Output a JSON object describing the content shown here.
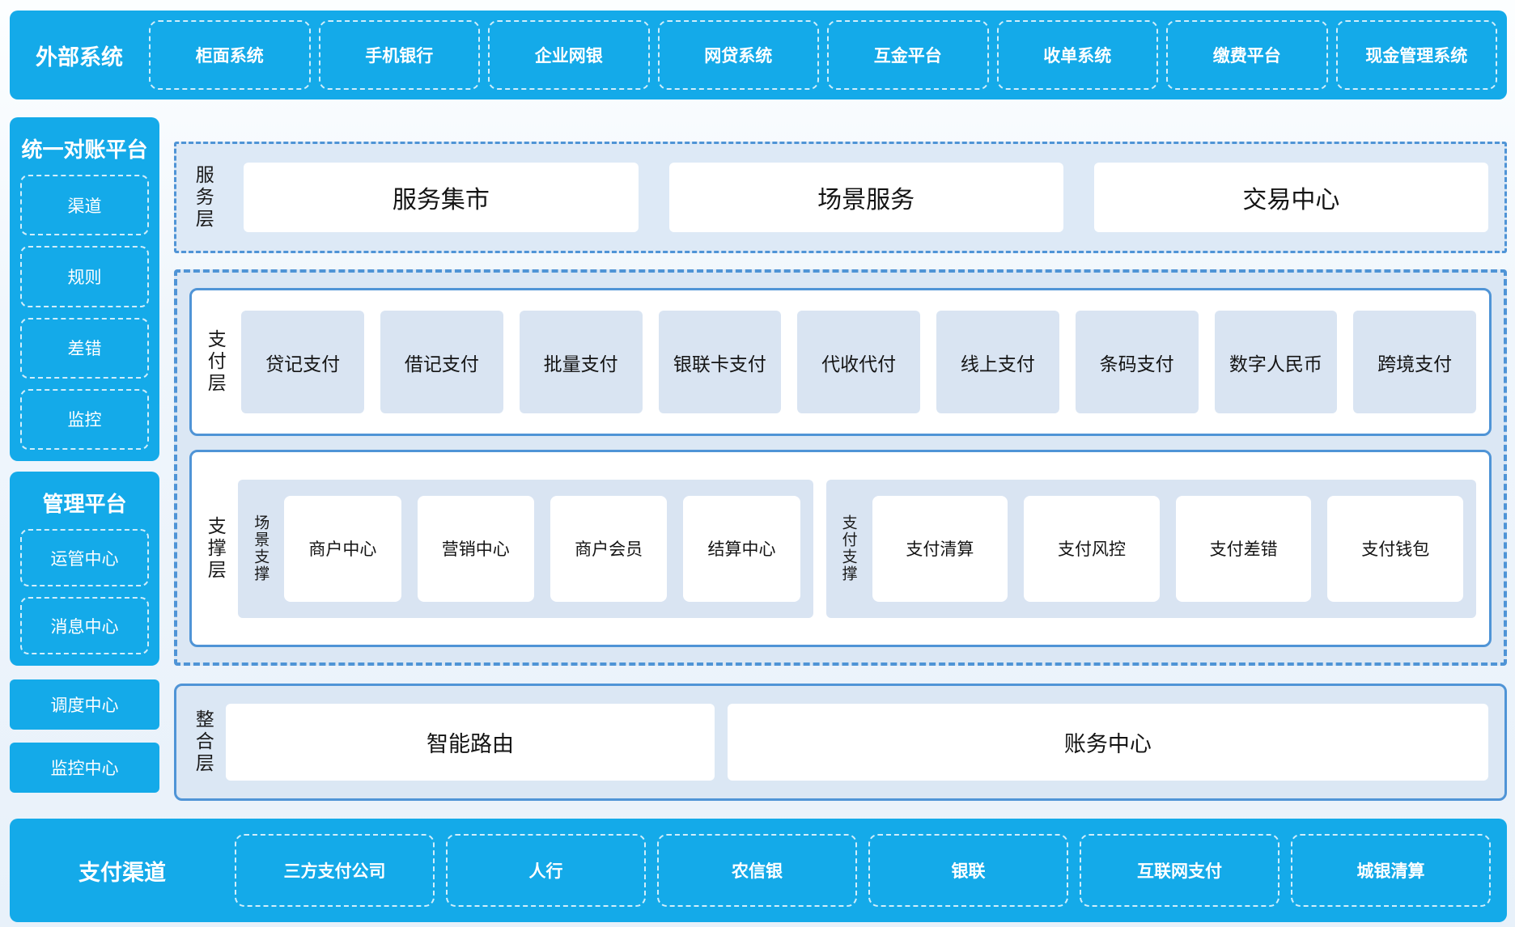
{
  "colors": {
    "cyan": "#14aae9",
    "panel_border_blue": "#4f94d6",
    "light_blue_bg": "#dbe7f4",
    "item_blue_bg": "#d9e4f2",
    "white_box": "#ffffff",
    "dark_text": "#141414"
  },
  "top_bar": {
    "label": "外部系统",
    "items": [
      "柜面系统",
      "手机银行",
      "企业网银",
      "网贷系统",
      "互金平台",
      "收单系统",
      "缴费平台",
      "现金管理系统"
    ]
  },
  "sidebar": {
    "reconciliation": {
      "title": "统一对账平台",
      "items": [
        "渠道",
        "规则",
        "差错",
        "监控"
      ]
    },
    "management": {
      "title": "管理平台",
      "items": [
        "运管中心",
        "消息中心"
      ]
    },
    "standalone": [
      "调度中心",
      "监控中心"
    ]
  },
  "layers": {
    "service": {
      "label": "服务层",
      "items": [
        "服务集市",
        "场景服务",
        "交易中心"
      ]
    },
    "payment": {
      "label": "支付层",
      "items": [
        "贷记支付",
        "借记支付",
        "批量支付",
        "银联卡支付",
        "代收代付",
        "线上支付",
        "条码支付",
        "数字人民币",
        "跨境支付"
      ]
    },
    "support": {
      "label": "支撑层",
      "groups": [
        {
          "label": "场景支撑",
          "items": [
            "商户中心",
            "营销中心",
            "商户会员",
            "结算中心"
          ]
        },
        {
          "label": "支付支撑",
          "items": [
            "支付清算",
            "支付风控",
            "支付差错",
            "支付钱包"
          ]
        }
      ]
    },
    "integration": {
      "label": "整合层",
      "items": [
        "智能路由",
        "账务中心"
      ]
    }
  },
  "bottom_bar": {
    "label": "支付渠道",
    "items": [
      "三方支付公司",
      "人行",
      "农信银",
      "银联",
      "互联网支付",
      "城银清算"
    ]
  }
}
